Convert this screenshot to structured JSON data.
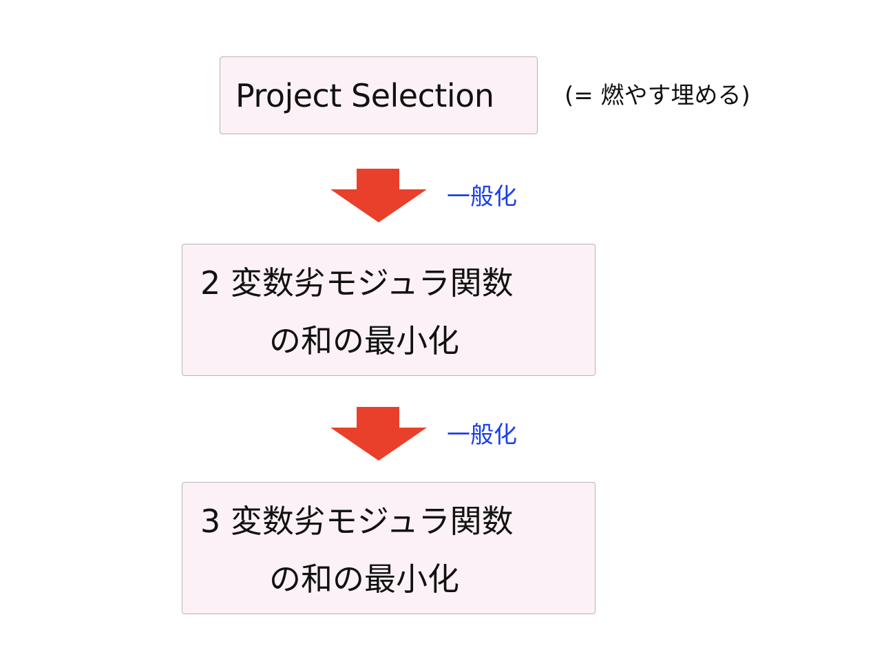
{
  "colors": {
    "box_fill": "#fcf1f6",
    "box_border": "#b9b3b6",
    "arrow": "#e8402a",
    "arrow_label": "#1b3fe6",
    "text": "#111111"
  },
  "top_box": {
    "label": "Project Selection"
  },
  "top_note": "(= 燃やす埋める)",
  "arrows": [
    {
      "label": "一般化",
      "icon": "down-arrow-icon"
    },
    {
      "label": "一般化",
      "icon": "down-arrow-icon"
    }
  ],
  "boxes": [
    {
      "line1": "2 変数劣モジュラ関数",
      "line2": "の和の最小化"
    },
    {
      "line1": "3 変数劣モジュラ関数",
      "line2": "の和の最小化"
    }
  ]
}
